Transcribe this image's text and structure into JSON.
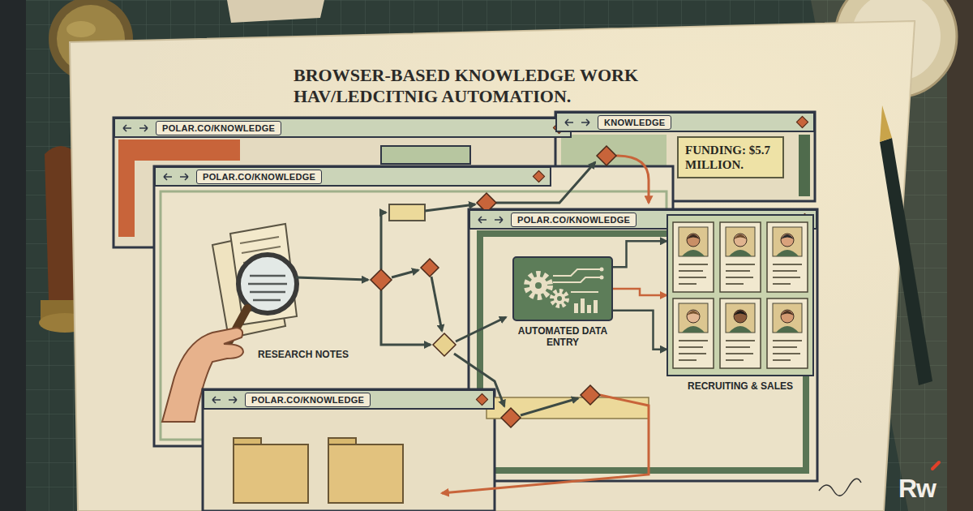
{
  "diagram": {
    "title": "BROWSER-BASED KNOWLEDGE WORK HAV/LEDCITNIG AUTOMATION.",
    "nodes": [
      {
        "text": [
          "POLAR.CO/KNOWLEDGE"
        ]
      },
      {
        "text": [
          "KNOWLEDGE"
        ]
      },
      {
        "text": [
          "FUNDING: $5.7 MILLION."
        ],
        "in": 1
      },
      {
        "text": [
          "POLAR.CO/KNOWLEDGE"
        ]
      },
      {
        "text": [
          "POLAR.CO/KNOWLEDGE"
        ]
      },
      {
        "text": [
          "AUTOMATED DATA ENTRY"
        ],
        "in": 4
      },
      {
        "text": [
          "RECRUITING & SALES"
        ],
        "in": 4
      },
      {
        "text": [
          "POLAR.CO/KNOWLEDGE"
        ]
      }
    ],
    "edges": [
      {
        "from": 5,
        "to": 6,
        "arrow": "to"
      },
      {
        "from": 5,
        "to": 6,
        "arrow": "to"
      },
      {
        "from": 5,
        "to": 6,
        "arrow": "to"
      }
    ],
    "labels": [
      "RESEARCH NOTES",
      "Rw"
    ]
  }
}
